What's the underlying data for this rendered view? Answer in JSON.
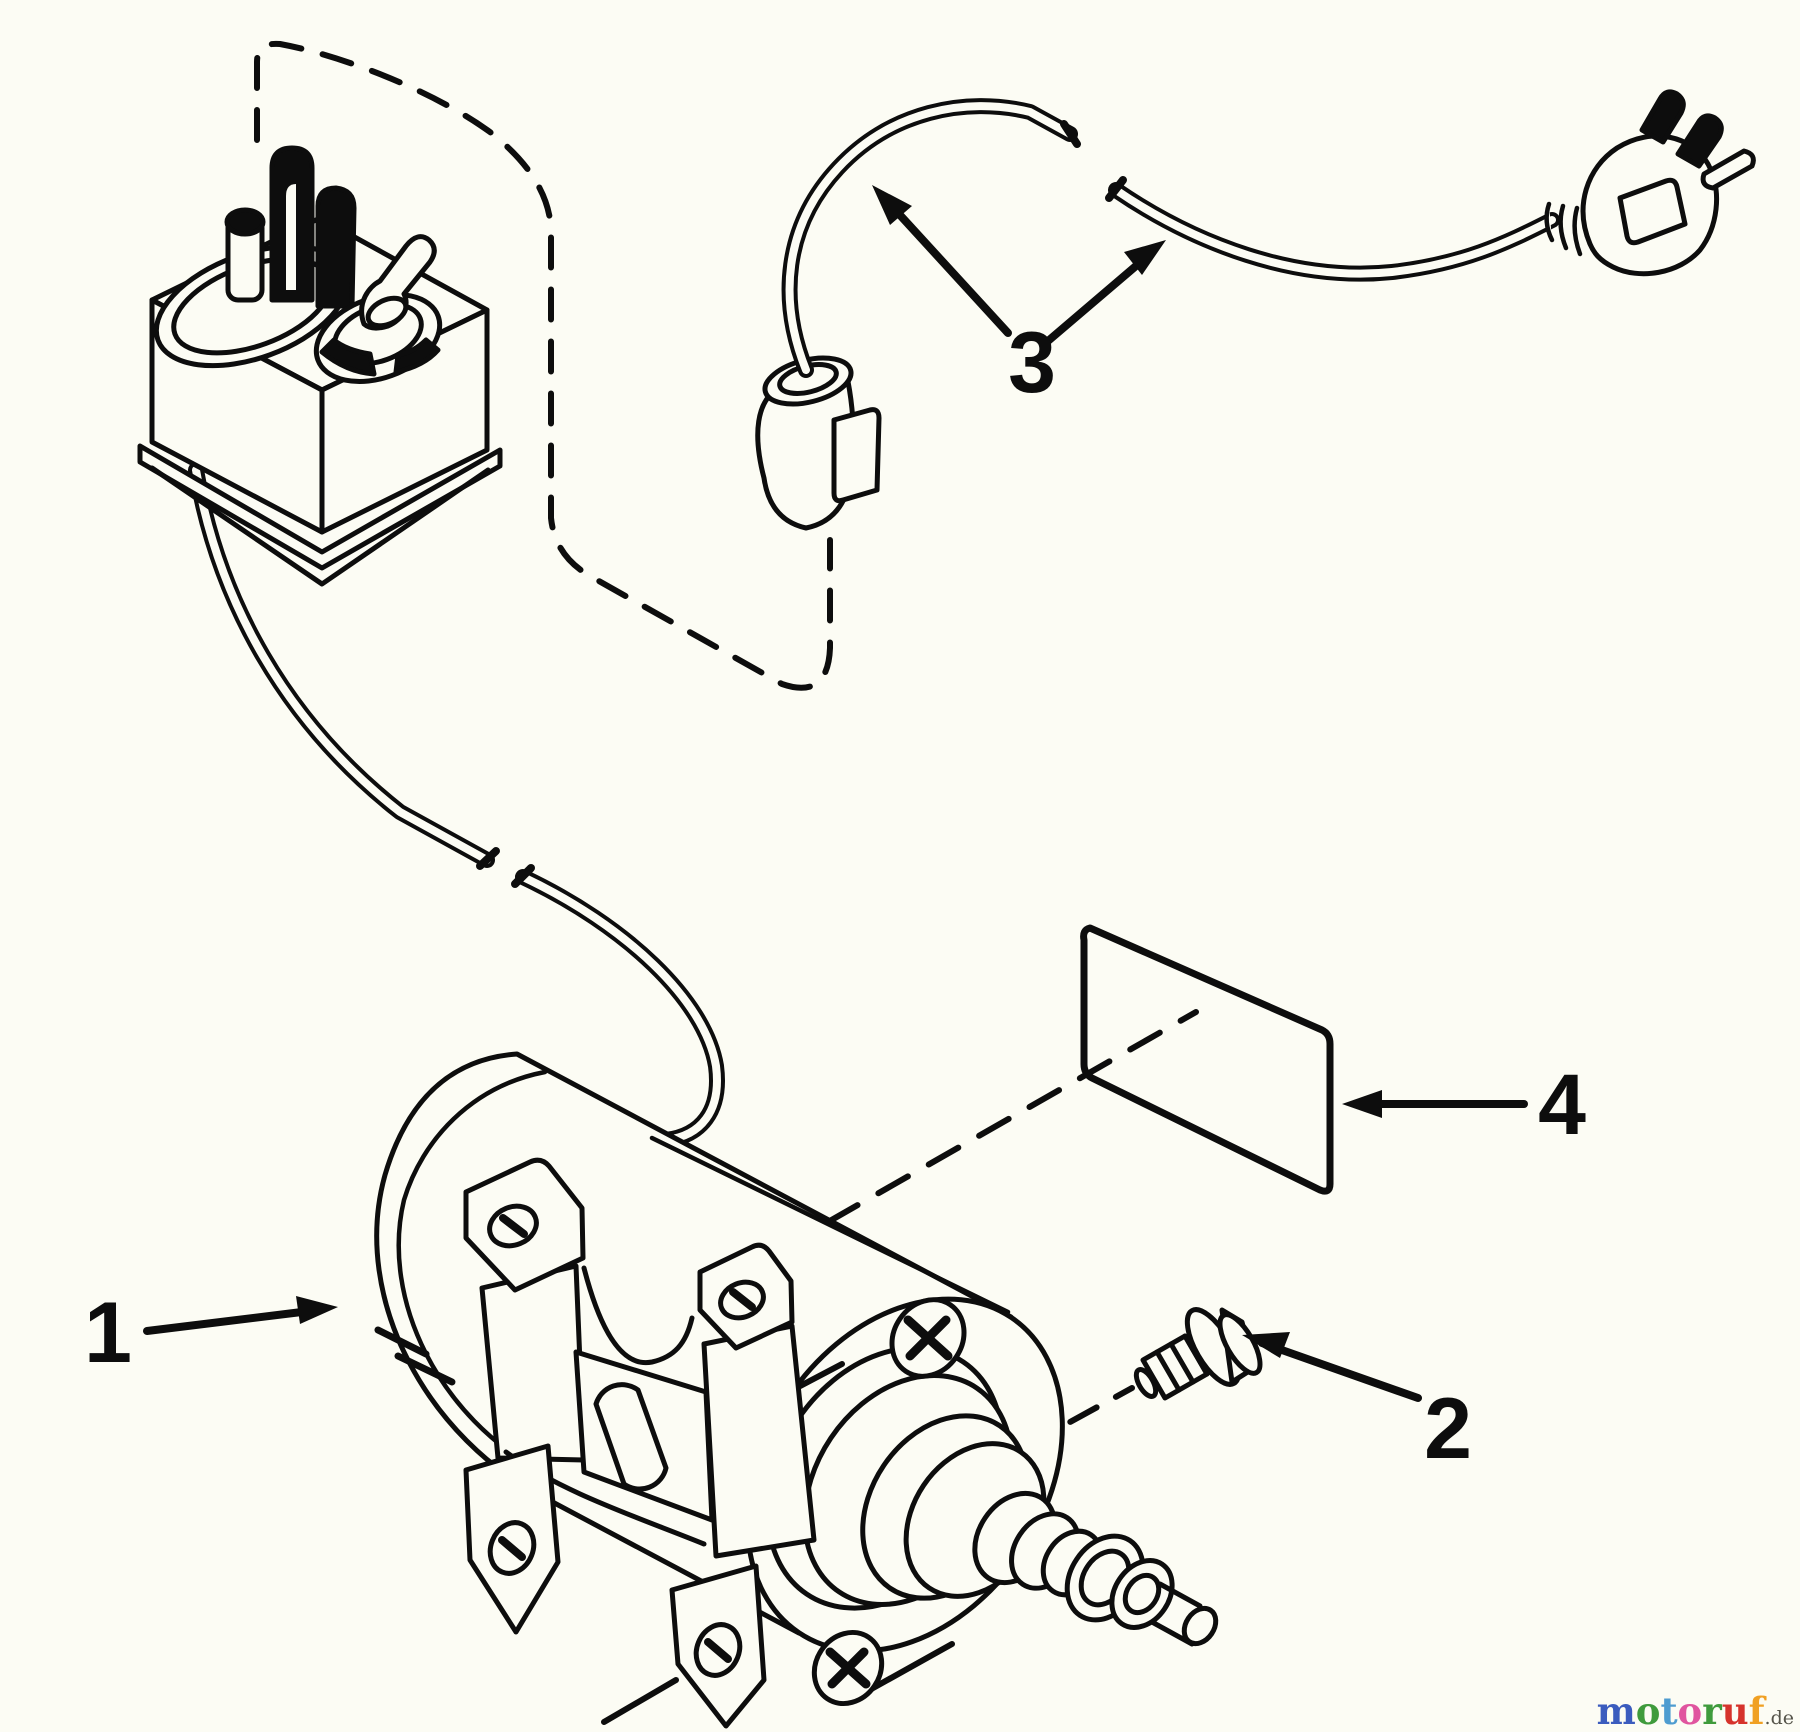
{
  "canvas": {
    "background": "#fcfcf4",
    "line_color": "#0d0d0d"
  },
  "diagram": {
    "type": "exploded-parts-diagram",
    "callouts": [
      {
        "number": "1",
        "part": "starter-motor"
      },
      {
        "number": "2",
        "part": "hex-screw"
      },
      {
        "number": "3",
        "part": "power-cord"
      },
      {
        "number": "4",
        "part": "plate"
      }
    ]
  },
  "watermark": {
    "letters": [
      [
        "m",
        "#3b5cbe"
      ],
      [
        "o",
        "#3f9b3c"
      ],
      [
        "t",
        "#4e9cd0"
      ],
      [
        "o",
        "#e0559f"
      ],
      [
        "r",
        "#3f9b3c"
      ],
      [
        "u",
        "#d6332c"
      ],
      [
        "f",
        "#f0a023"
      ]
    ],
    "suffix": ".de",
    "suffix_color": "#55544a"
  }
}
